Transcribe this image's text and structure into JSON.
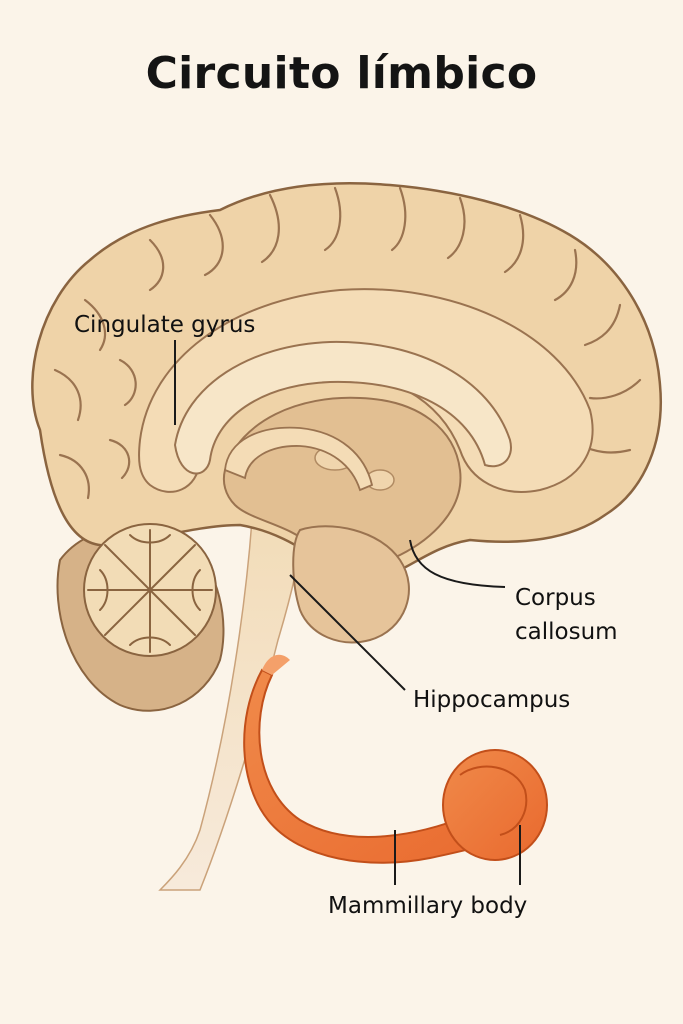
{
  "title": "Circuito límbico",
  "labels": {
    "cingulate_gyrus": "Cingulate gyrus",
    "corpus_line1": "Corpus",
    "corpus_line2": "callosum",
    "hippocampus": "Hippocampus",
    "mammillary_body": "Mammillary body"
  },
  "colors": {
    "background": "#fbf4e9",
    "brain_fill": "#efd3a8",
    "brain_outline": "#8a6440",
    "highlight_orange": "#ee7a3c",
    "leader_line": "#1a1a1a"
  }
}
